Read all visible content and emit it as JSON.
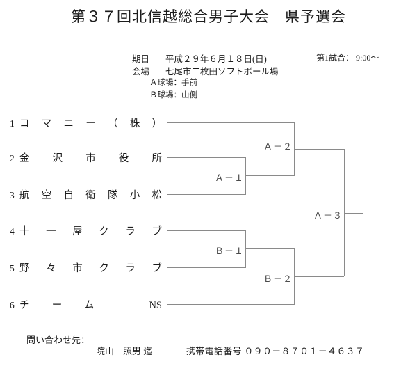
{
  "document": {
    "title": "第３７回北信越総合男子大会　県予選会"
  },
  "header": {
    "date_label": "期日",
    "date_value": "平成２９年６月１８日(日)",
    "first_match": "第1試合： 9:00〜",
    "venue_label": "会場",
    "venue_value": "七尾市二枚田ソフトボール場",
    "field_a": "Ａ球場：手前",
    "field_b": "Ｂ球場：山側"
  },
  "bracket": {
    "teams": [
      {
        "seed": "1",
        "name": "コマニー（株）"
      },
      {
        "seed": "2",
        "name": "金沢市役所"
      },
      {
        "seed": "3",
        "name": "航空自衛隊小松"
      },
      {
        "seed": "4",
        "name": "十一屋クラブ"
      },
      {
        "seed": "5",
        "name": "野々市クラブ"
      },
      {
        "seed": "6",
        "name": "チーム　NS"
      }
    ],
    "matches": [
      {
        "id": "A-1",
        "label": "Ａ－１"
      },
      {
        "id": "A-2",
        "label": "Ａ－２"
      },
      {
        "id": "B-1",
        "label": "Ｂ－１"
      },
      {
        "id": "B-2",
        "label": "Ｂ－２"
      },
      {
        "id": "A-3",
        "label": "Ａ－３"
      }
    ],
    "line_color": "#8a8a8a"
  },
  "footer": {
    "contact_label": "問い合わせ先：",
    "contact_name": "院山　照男 迄",
    "phone": "携帯電話番号 ０９０－８７０１－４６３７"
  }
}
